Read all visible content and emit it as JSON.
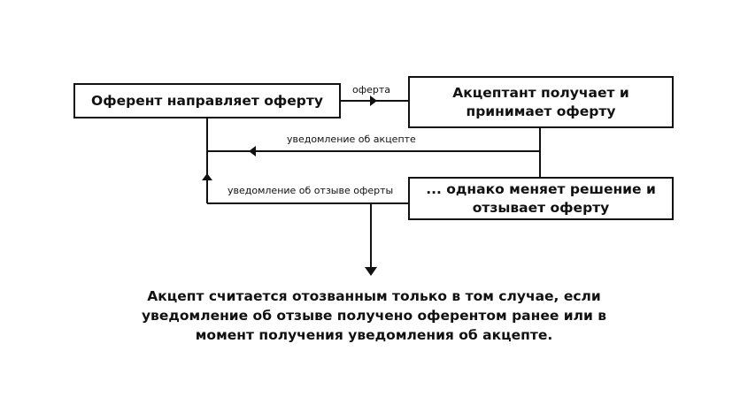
{
  "diagram": {
    "nodes": {
      "offeror": {
        "label": "Оферент направляет оферту"
      },
      "acceptor": {
        "label": "Акцептант получает и\nпринимает оферту"
      },
      "revoke": {
        "label": "... однако меняет решение и\nотзывает оферту"
      }
    },
    "edges": {
      "offer": {
        "label": "оферта"
      },
      "acceptance_notice": {
        "label": "уведомление об акцепте"
      },
      "revocation_notice": {
        "label": "уведомление об отзыве оферты"
      }
    },
    "conclusion": "Акцепт считается отозванным только в том случае, если уведомление об отзыве получено оферентом ранее или в момент получения уведомления об акцепте."
  }
}
